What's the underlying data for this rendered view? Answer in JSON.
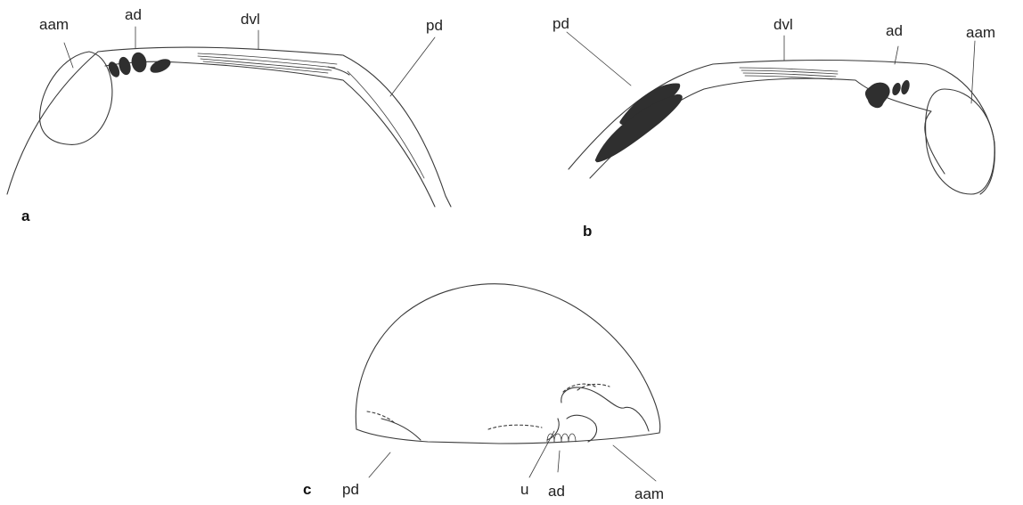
{
  "figure": {
    "panel_a": {
      "letter": "a",
      "labels": {
        "aam": "aam",
        "ad": "ad",
        "dvl": "dvl",
        "pd": "pd"
      }
    },
    "panel_b": {
      "letter": "b",
      "labels": {
        "pd": "pd",
        "dvl": "dvl",
        "ad": "ad",
        "aam": "aam"
      }
    },
    "panel_c": {
      "letter": "c",
      "labels": {
        "pd": "pd",
        "u": "u",
        "ad": "ad",
        "aam": "aam"
      }
    }
  }
}
